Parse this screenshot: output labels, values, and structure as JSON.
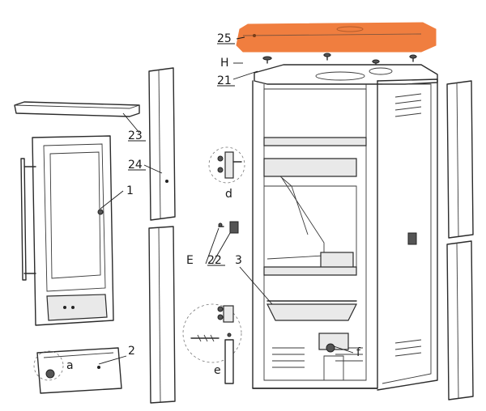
{
  "diagram": {
    "highlight_color": "#f07e3f",
    "labels": {
      "p25": "25",
      "pH": "H",
      "p21": "21",
      "p23": "23",
      "p24": "24",
      "p1": "1",
      "p2": "2",
      "pa": "a",
      "pd": "d",
      "pE": "E",
      "p22": "22",
      "p3": "3",
      "pe": "e",
      "pf": "f"
    }
  }
}
